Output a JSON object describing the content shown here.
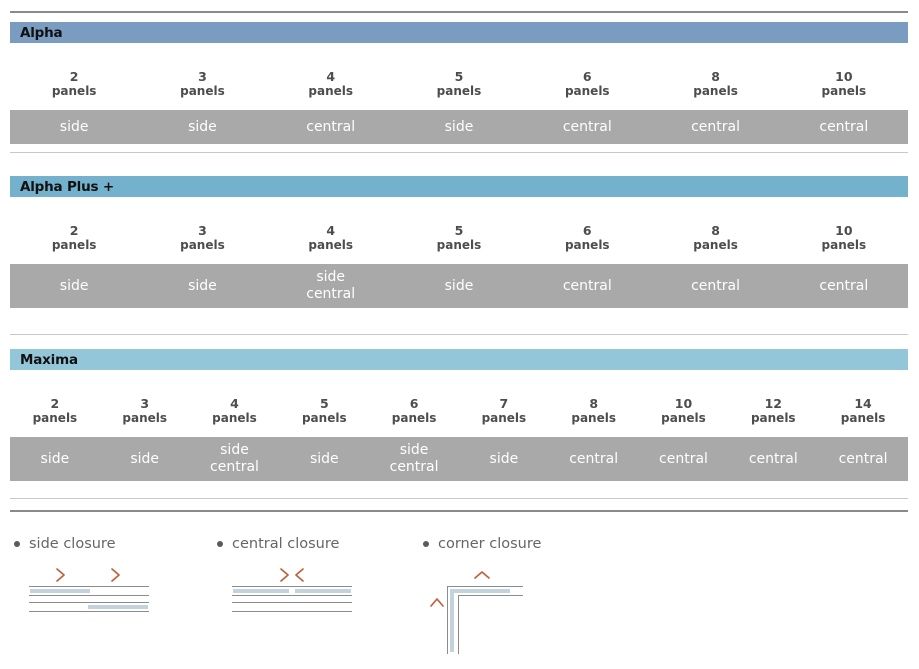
{
  "colors": {
    "header_alpha": "#7a9cc0",
    "header_alpha_plus": "#74b1cd",
    "header_maxima": "#94c6da",
    "value_band": "#a9a9a9",
    "value_text": "#ffffff",
    "rule_dark": "#8a8a8a",
    "rule_light": "#c9c9c9",
    "arrow": "#c0603c",
    "panel_fill": "#c3d3dd",
    "panel_line": "#808080",
    "legend_text": "#666666",
    "bullet": "#5b5b5b"
  },
  "sections": [
    {
      "title": "Alpha",
      "header_color": "#7a9cc0",
      "columns": [
        {
          "count": "2",
          "unit": "panels",
          "closures": [
            "side"
          ]
        },
        {
          "count": "3",
          "unit": "panels",
          "closures": [
            "side"
          ]
        },
        {
          "count": "4",
          "unit": "panels",
          "closures": [
            "central"
          ]
        },
        {
          "count": "5",
          "unit": "panels",
          "closures": [
            "side"
          ]
        },
        {
          "count": "6",
          "unit": "panels",
          "closures": [
            "central"
          ]
        },
        {
          "count": "8",
          "unit": "panels",
          "closures": [
            "central"
          ]
        },
        {
          "count": "10",
          "unit": "panels",
          "closures": [
            "central"
          ]
        }
      ]
    },
    {
      "title": "Alpha Plus +",
      "header_color": "#74b1cd",
      "columns": [
        {
          "count": "2",
          "unit": "panels",
          "closures": [
            "side"
          ]
        },
        {
          "count": "3",
          "unit": "panels",
          "closures": [
            "side"
          ]
        },
        {
          "count": "4",
          "unit": "panels",
          "closures": [
            "side",
            "central"
          ]
        },
        {
          "count": "5",
          "unit": "panels",
          "closures": [
            "side"
          ]
        },
        {
          "count": "6",
          "unit": "panels",
          "closures": [
            "central"
          ]
        },
        {
          "count": "8",
          "unit": "panels",
          "closures": [
            "central"
          ]
        },
        {
          "count": "10",
          "unit": "panels",
          "closures": [
            "central"
          ]
        }
      ]
    },
    {
      "title": "Maxima",
      "header_color": "#94c6da",
      "columns": [
        {
          "count": "2",
          "unit": "panels",
          "closures": [
            "side"
          ]
        },
        {
          "count": "3",
          "unit": "panels",
          "closures": [
            "side"
          ]
        },
        {
          "count": "4",
          "unit": "panels",
          "closures": [
            "side",
            "central"
          ]
        },
        {
          "count": "5",
          "unit": "panels",
          "closures": [
            "side"
          ]
        },
        {
          "count": "6",
          "unit": "panels",
          "closures": [
            "side",
            "central"
          ]
        },
        {
          "count": "7",
          "unit": "panels",
          "closures": [
            "side"
          ]
        },
        {
          "count": "8",
          "unit": "panels",
          "closures": [
            "central"
          ]
        },
        {
          "count": "10",
          "unit": "panels",
          "closures": [
            "central"
          ]
        },
        {
          "count": "12",
          "unit": "panels",
          "closures": [
            "central"
          ]
        },
        {
          "count": "14",
          "unit": "panels",
          "closures": [
            "central"
          ]
        }
      ]
    }
  ],
  "legend": [
    {
      "label": "side closure",
      "icon": "side-closure-diagram"
    },
    {
      "label": "central closure",
      "icon": "central-closure-diagram"
    },
    {
      "label": "corner closure",
      "icon": "corner-closure-diagram"
    }
  ]
}
